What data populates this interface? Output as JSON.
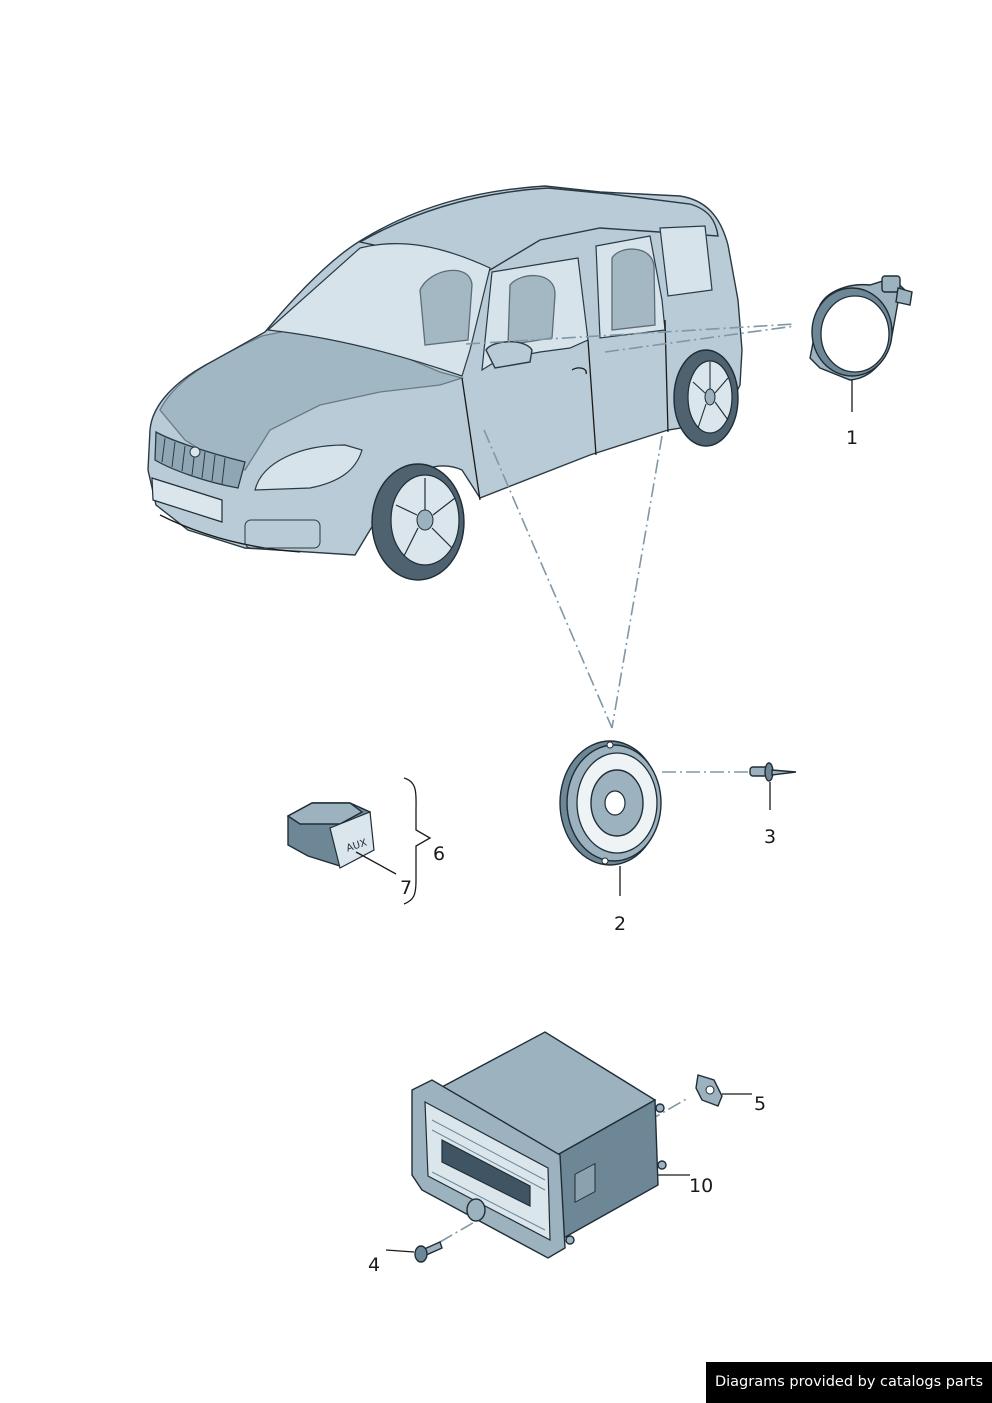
{
  "callouts": {
    "c1": "1",
    "c2": "2",
    "c3": "3",
    "c4": "4",
    "c5": "5",
    "c6": "6",
    "c7": "7",
    "c10": "10"
  },
  "aux_label": "AUX",
  "credit": "Diagrams provided by catalogs parts",
  "colors": {
    "body": "#b9cbd6",
    "line": "#2a3a44",
    "dash": "#7f97a6"
  }
}
